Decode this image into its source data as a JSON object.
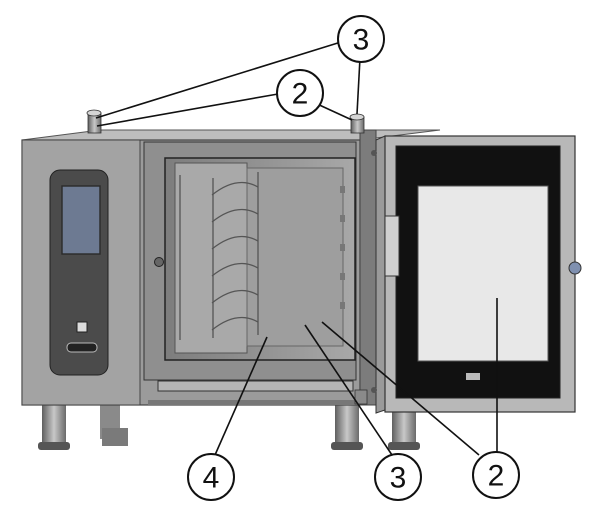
{
  "callouts": {
    "top_3": "3",
    "top_2": "2",
    "bottom_4": "4",
    "bottom_3": "3",
    "bottom_2": "2"
  },
  "colors": {
    "cabinet": "#9a9a9a",
    "cabinet_dark": "#6f6f6f",
    "panel": "#4a4a4a",
    "screen": "#6d7a92",
    "door_glass": "#e6e6e6",
    "door_frame": "#222222"
  },
  "icons": [
    "control-panel-screen",
    "door-handle-icon",
    "hinge-icon"
  ]
}
